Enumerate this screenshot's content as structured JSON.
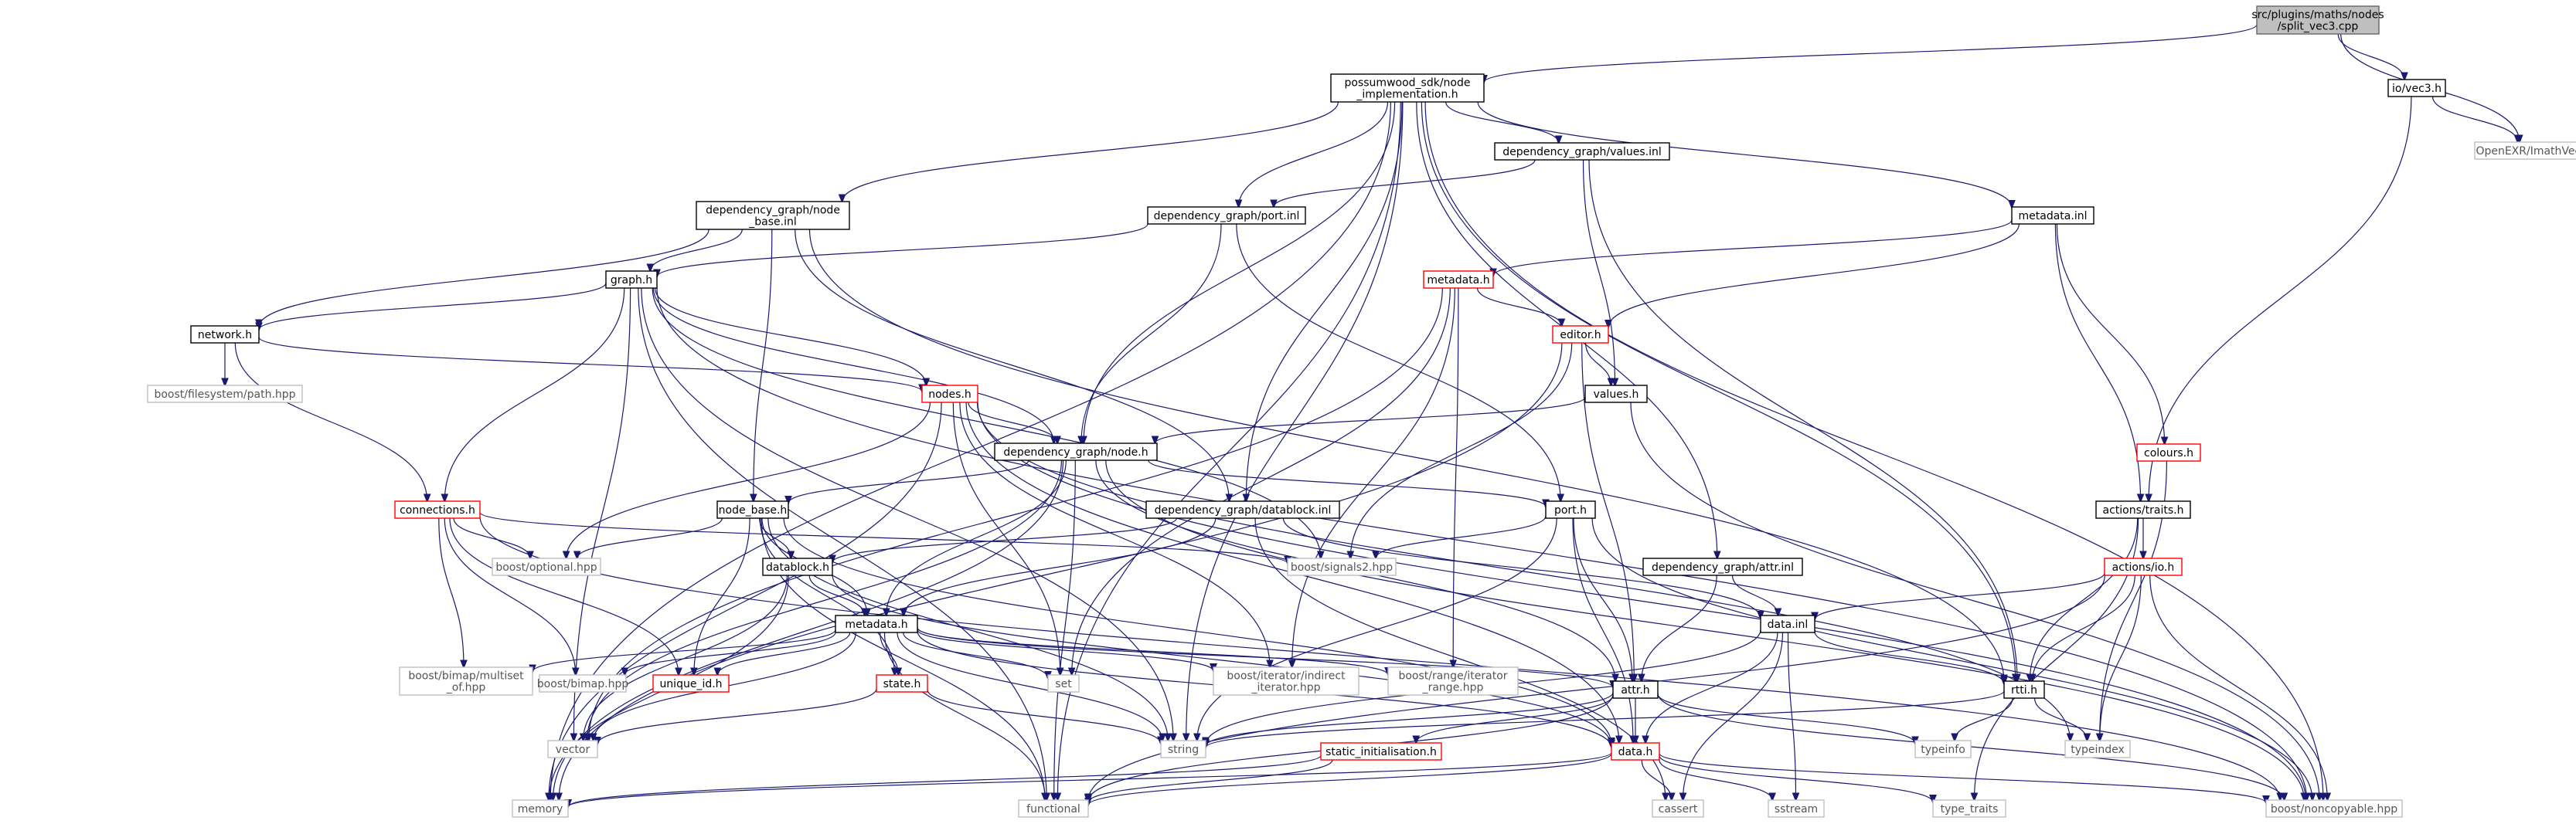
{
  "diagram": {
    "type": "include-dependency-graph",
    "colors": {
      "root_fill": "#bfbfbf",
      "root_stroke": "#666666",
      "local_stroke": "#000000",
      "problem_stroke": "#ff0000",
      "external_stroke": "#bfbfbf",
      "edge": "#191970"
    },
    "nodes": [
      {
        "id": "root",
        "lines": [
          "src/plugins/maths/nodes",
          "/split_vec3.cpp"
        ],
        "kind": "root"
      },
      {
        "id": "node_impl",
        "lines": [
          "possumwood_sdk/node",
          "_implementation.h"
        ],
        "kind": "local"
      },
      {
        "id": "io_vec3",
        "lines": [
          "io/vec3.h"
        ],
        "kind": "local"
      },
      {
        "id": "imathvec",
        "lines": [
          "OpenEXR/ImathVec.h"
        ],
        "kind": "external"
      },
      {
        "id": "values_inl",
        "lines": [
          "dependency_graph/values.inl"
        ],
        "kind": "local"
      },
      {
        "id": "node_base_inl",
        "lines": [
          "dependency_graph/node",
          "_base.inl"
        ],
        "kind": "local"
      },
      {
        "id": "port_inl",
        "lines": [
          "dependency_graph/port.inl"
        ],
        "kind": "local"
      },
      {
        "id": "metadata_inl",
        "lines": [
          "metadata.inl"
        ],
        "kind": "local"
      },
      {
        "id": "graph_h",
        "lines": [
          "graph.h"
        ],
        "kind": "local"
      },
      {
        "id": "metadata_h_red",
        "lines": [
          "metadata.h"
        ],
        "kind": "red"
      },
      {
        "id": "network_h",
        "lines": [
          "network.h"
        ],
        "kind": "local"
      },
      {
        "id": "fs_path",
        "lines": [
          "boost/filesystem/path.hpp"
        ],
        "kind": "external"
      },
      {
        "id": "editor_h",
        "lines": [
          "editor.h"
        ],
        "kind": "red"
      },
      {
        "id": "values_h",
        "lines": [
          "values.h"
        ],
        "kind": "local"
      },
      {
        "id": "nodes_h",
        "lines": [
          "nodes.h"
        ],
        "kind": "red"
      },
      {
        "id": "colours_h",
        "lines": [
          "colours.h"
        ],
        "kind": "red"
      },
      {
        "id": "dg_node_h",
        "lines": [
          "dependency_graph/node.h"
        ],
        "kind": "local"
      },
      {
        "id": "connections_h",
        "lines": [
          "connections.h"
        ],
        "kind": "red"
      },
      {
        "id": "node_base_h",
        "lines": [
          "node_base.h"
        ],
        "kind": "local"
      },
      {
        "id": "datablock_inl",
        "lines": [
          "dependency_graph/datablock.inl"
        ],
        "kind": "local"
      },
      {
        "id": "port_h",
        "lines": [
          "port.h"
        ],
        "kind": "local"
      },
      {
        "id": "actions_traits",
        "lines": [
          "actions/traits.h"
        ],
        "kind": "local"
      },
      {
        "id": "boost_optional",
        "lines": [
          "boost/optional.hpp"
        ],
        "kind": "external"
      },
      {
        "id": "boost_signals2",
        "lines": [
          "boost/signals2.hpp"
        ],
        "kind": "external"
      },
      {
        "id": "attr_inl",
        "lines": [
          "dependency_graph/attr.inl"
        ],
        "kind": "local"
      },
      {
        "id": "actions_io",
        "lines": [
          "actions/io.h"
        ],
        "kind": "red"
      },
      {
        "id": "datablock_h",
        "lines": [
          "datablock.h"
        ],
        "kind": "local"
      },
      {
        "id": "data_inl",
        "lines": [
          "data.inl"
        ],
        "kind": "local"
      },
      {
        "id": "metadata_h",
        "lines": [
          "metadata.h"
        ],
        "kind": "local"
      },
      {
        "id": "bimap_multiset",
        "lines": [
          "boost/bimap/multiset",
          "_of.hpp"
        ],
        "kind": "external"
      },
      {
        "id": "bimap",
        "lines": [
          "boost/bimap.hpp"
        ],
        "kind": "external"
      },
      {
        "id": "unique_id",
        "lines": [
          "unique_id.h"
        ],
        "kind": "red"
      },
      {
        "id": "state_h",
        "lines": [
          "state.h"
        ],
        "kind": "red"
      },
      {
        "id": "set",
        "lines": [
          "set"
        ],
        "kind": "external"
      },
      {
        "id": "iter_indirect",
        "lines": [
          "boost/iterator/indirect",
          "_iterator.hpp"
        ],
        "kind": "external"
      },
      {
        "id": "range_iter",
        "lines": [
          "boost/range/iterator",
          "_range.hpp"
        ],
        "kind": "external"
      },
      {
        "id": "attr_h",
        "lines": [
          "attr.h"
        ],
        "kind": "local"
      },
      {
        "id": "rtti_h",
        "lines": [
          "rtti.h"
        ],
        "kind": "local"
      },
      {
        "id": "vector",
        "lines": [
          "vector"
        ],
        "kind": "external"
      },
      {
        "id": "string",
        "lines": [
          "string"
        ],
        "kind": "external"
      },
      {
        "id": "typeinfo",
        "lines": [
          "typeinfo"
        ],
        "kind": "external"
      },
      {
        "id": "typeindex",
        "lines": [
          "typeindex"
        ],
        "kind": "external"
      },
      {
        "id": "static_init",
        "lines": [
          "static_initialisation.h"
        ],
        "kind": "red"
      },
      {
        "id": "data_h",
        "lines": [
          "data.h"
        ],
        "kind": "red"
      },
      {
        "id": "memory",
        "lines": [
          "memory"
        ],
        "kind": "external"
      },
      {
        "id": "functional",
        "lines": [
          "functional"
        ],
        "kind": "external"
      },
      {
        "id": "cassert",
        "lines": [
          "cassert"
        ],
        "kind": "external"
      },
      {
        "id": "sstream",
        "lines": [
          "sstream"
        ],
        "kind": "external"
      },
      {
        "id": "type_traits",
        "lines": [
          "type_traits"
        ],
        "kind": "external"
      },
      {
        "id": "noncopyable",
        "lines": [
          "boost/noncopyable.hpp"
        ],
        "kind": "external"
      }
    ],
    "edges": [
      [
        "root",
        "node_impl"
      ],
      [
        "root",
        "io_vec3"
      ],
      [
        "root",
        "imathvec"
      ],
      [
        "io_vec3",
        "imathvec"
      ],
      [
        "io_vec3",
        "actions_traits"
      ],
      [
        "node_impl",
        "values_inl"
      ],
      [
        "node_impl",
        "node_base_inl"
      ],
      [
        "node_impl",
        "port_inl"
      ],
      [
        "node_impl",
        "metadata_inl"
      ],
      [
        "node_impl",
        "dg_node_h"
      ],
      [
        "node_impl",
        "datablock_inl"
      ],
      [
        "node_impl",
        "attr_inl"
      ],
      [
        "node_impl",
        "rtti_h"
      ],
      [
        "node_impl",
        "string"
      ],
      [
        "node_impl",
        "memory"
      ],
      [
        "node_impl",
        "functional"
      ],
      [
        "node_impl",
        "noncopyable"
      ],
      [
        "values_inl",
        "port_inl"
      ],
      [
        "values_inl",
        "values_h"
      ],
      [
        "values_inl",
        "rtti_h"
      ],
      [
        "node_base_inl",
        "graph_h"
      ],
      [
        "node_base_inl",
        "network_h"
      ],
      [
        "node_base_inl",
        "node_base_h"
      ],
      [
        "node_base_inl",
        "datablock_inl"
      ],
      [
        "node_base_inl",
        "rtti_h"
      ],
      [
        "port_inl",
        "graph_h"
      ],
      [
        "port_inl",
        "dg_node_h"
      ],
      [
        "port_inl",
        "port_h"
      ],
      [
        "metadata_inl",
        "metadata_h_red"
      ],
      [
        "metadata_inl",
        "editor_h"
      ],
      [
        "metadata_inl",
        "colours_h"
      ],
      [
        "metadata_inl",
        "actions_traits"
      ],
      [
        "graph_h",
        "network_h"
      ],
      [
        "graph_h",
        "nodes_h"
      ],
      [
        "graph_h",
        "connections_h"
      ],
      [
        "graph_h",
        "dg_node_h"
      ],
      [
        "graph_h",
        "boost_signals2"
      ],
      [
        "graph_h",
        "vector"
      ],
      [
        "graph_h",
        "functional"
      ],
      [
        "graph_h",
        "noncopyable"
      ],
      [
        "graph_h",
        "string"
      ],
      [
        "network_h",
        "fs_path"
      ],
      [
        "network_h",
        "nodes_h"
      ],
      [
        "network_h",
        "connections_h"
      ],
      [
        "metadata_h_red",
        "editor_h"
      ],
      [
        "metadata_h_red",
        "iter_indirect"
      ],
      [
        "metadata_h_red",
        "range_iter"
      ],
      [
        "metadata_h_red",
        "set"
      ],
      [
        "metadata_h_red",
        "vector"
      ],
      [
        "editor_h",
        "values_h"
      ],
      [
        "editor_h",
        "boost_signals2"
      ],
      [
        "editor_h",
        "attr_h"
      ],
      [
        "editor_h",
        "memory"
      ],
      [
        "values_h",
        "dg_node_h"
      ],
      [
        "values_h",
        "noncopyable"
      ],
      [
        "nodes_h",
        "dg_node_h"
      ],
      [
        "nodes_h",
        "boost_optional"
      ],
      [
        "nodes_h",
        "set"
      ],
      [
        "nodes_h",
        "iter_indirect"
      ],
      [
        "nodes_h",
        "data_h"
      ],
      [
        "nodes_h",
        "memory"
      ],
      [
        "nodes_h",
        "noncopyable"
      ],
      [
        "nodes_h",
        "typeindex"
      ],
      [
        "colours_h",
        "typeindex"
      ],
      [
        "dg_node_h",
        "node_base_h"
      ],
      [
        "dg_node_h",
        "port_h"
      ],
      [
        "dg_node_h",
        "metadata_h"
      ],
      [
        "dg_node_h",
        "attr_h"
      ],
      [
        "dg_node_h",
        "vector"
      ],
      [
        "dg_node_h",
        "functional"
      ],
      [
        "dg_node_h",
        "memory"
      ],
      [
        "dg_node_h",
        "noncopyable"
      ],
      [
        "connections_h",
        "boost_optional"
      ],
      [
        "connections_h",
        "bimap_multiset"
      ],
      [
        "connections_h",
        "bimap"
      ],
      [
        "connections_h",
        "unique_id"
      ],
      [
        "connections_h",
        "boost_signals2"
      ],
      [
        "connections_h",
        "noncopyable"
      ],
      [
        "node_base_h",
        "datablock_h"
      ],
      [
        "node_base_h",
        "metadata_h"
      ],
      [
        "node_base_h",
        "unique_id"
      ],
      [
        "node_base_h",
        "state_h"
      ],
      [
        "node_base_h",
        "boost_optional"
      ],
      [
        "node_base_h",
        "string"
      ],
      [
        "node_base_h",
        "data_h"
      ],
      [
        "node_base_h",
        "functional"
      ],
      [
        "datablock_inl",
        "datablock_h"
      ],
      [
        "datablock_inl",
        "metadata_h"
      ],
      [
        "datablock_inl",
        "data_inl"
      ],
      [
        "datablock_inl",
        "cassert"
      ],
      [
        "port_h",
        "boost_signals2"
      ],
      [
        "port_h",
        "attr_h"
      ],
      [
        "port_h",
        "data_h"
      ],
      [
        "port_h",
        "string"
      ],
      [
        "port_h",
        "noncopyable"
      ],
      [
        "actions_traits",
        "actions_io"
      ],
      [
        "actions_traits",
        "rtti_h"
      ],
      [
        "actions_traits",
        "type_traits"
      ],
      [
        "attr_inl",
        "attr_h"
      ],
      [
        "attr_inl",
        "data_inl"
      ],
      [
        "actions_io",
        "data_inl"
      ],
      [
        "actions_io",
        "rtti_h"
      ],
      [
        "actions_io",
        "typeindex"
      ],
      [
        "actions_io",
        "noncopyable"
      ],
      [
        "actions_io",
        "functional"
      ],
      [
        "datablock_h",
        "metadata_h"
      ],
      [
        "datablock_h",
        "vector"
      ],
      [
        "datablock_h",
        "data_h"
      ],
      [
        "datablock_h",
        "memory"
      ],
      [
        "data_inl",
        "data_h"
      ],
      [
        "data_inl",
        "rtti_h"
      ],
      [
        "data_inl",
        "cassert"
      ],
      [
        "data_inl",
        "sstream"
      ],
      [
        "data_inl",
        "string"
      ],
      [
        "metadata_h",
        "bimap_multiset"
      ],
      [
        "metadata_h",
        "bimap"
      ],
      [
        "metadata_h",
        "unique_id"
      ],
      [
        "metadata_h",
        "state_h"
      ],
      [
        "metadata_h",
        "set"
      ],
      [
        "metadata_h",
        "iter_indirect"
      ],
      [
        "metadata_h",
        "range_iter"
      ],
      [
        "metadata_h",
        "attr_h"
      ],
      [
        "metadata_h",
        "vector"
      ],
      [
        "metadata_h",
        "string"
      ],
      [
        "metadata_h",
        "functional"
      ],
      [
        "metadata_h",
        "data_h"
      ],
      [
        "state_h",
        "vector"
      ],
      [
        "state_h",
        "string"
      ],
      [
        "attr_h",
        "data_h"
      ],
      [
        "attr_h",
        "string"
      ],
      [
        "attr_h",
        "static_init"
      ],
      [
        "attr_h",
        "typeinfo"
      ],
      [
        "attr_h",
        "noncopyable"
      ],
      [
        "attr_h",
        "functional"
      ],
      [
        "rtti_h",
        "typeinfo"
      ],
      [
        "rtti_h",
        "typeindex"
      ],
      [
        "rtti_h",
        "string"
      ],
      [
        "static_init",
        "functional"
      ],
      [
        "static_init",
        "memory"
      ],
      [
        "data_h",
        "memory"
      ],
      [
        "data_h",
        "cassert"
      ],
      [
        "data_h",
        "sstream"
      ],
      [
        "data_h",
        "type_traits"
      ],
      [
        "data_h",
        "noncopyable"
      ],
      [
        "data_h",
        "functional"
      ]
    ]
  }
}
